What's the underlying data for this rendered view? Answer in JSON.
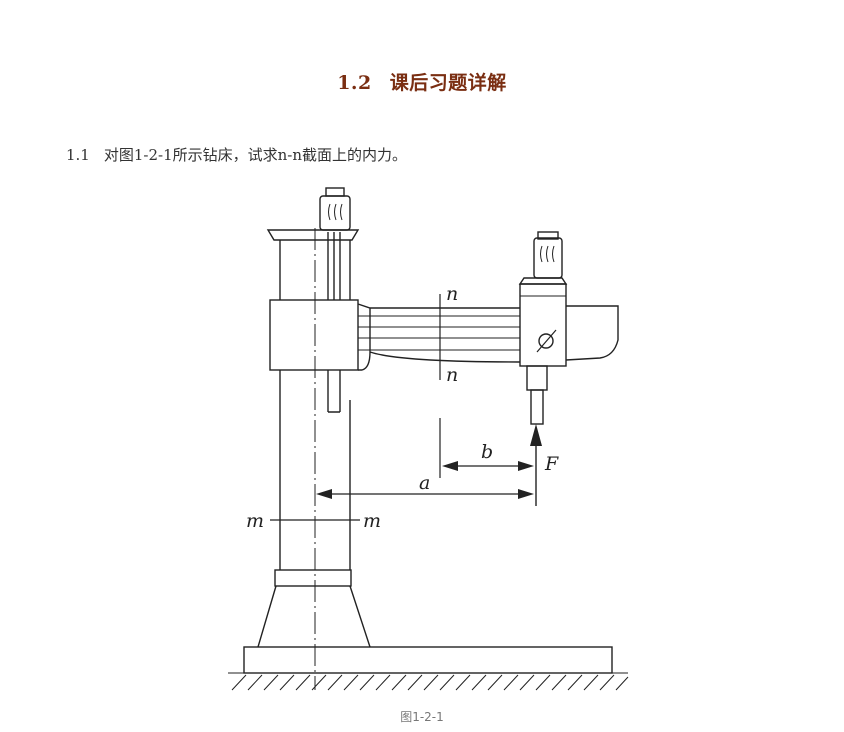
{
  "section": {
    "number": "1.2",
    "title": "课后习题详解"
  },
  "problem": {
    "number": "1.1",
    "text": "对图1-2-1所示钻床，试求n-n截面上的内力。"
  },
  "figure": {
    "caption": "图1-2-1",
    "labels": {
      "n_top": "n",
      "n_bottom": "n",
      "m_left": "m",
      "m_right": "m",
      "a": "a",
      "b": "b",
      "F": "F"
    }
  }
}
